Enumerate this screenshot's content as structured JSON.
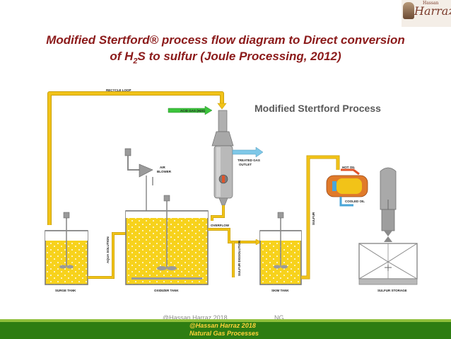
{
  "title": {
    "line1": "Modified Stertford® process flow diagram to Direct conversion",
    "line2_prefix": "of H",
    "line2_sub": "2",
    "line2_suffix": "S to sulfur (Joule Processing, 2012)"
  },
  "logo": {
    "script": "Harraz",
    "small": "Hassan"
  },
  "diagram": {
    "heading": "Modified Stertford Process",
    "labels": {
      "recycle_loop": "RECYCLE LOOP",
      "acid_gas": "ACID GAS (H2S)",
      "treated_gas": "TREATED GAS",
      "outlet": "OUTLET",
      "air": "AIR",
      "blower": "BLOWER",
      "overflow": "OVERFLOW",
      "hot_oil": "HOT OIL",
      "cooled_oil": "COOLED OIL",
      "sulfur": "SULFUR",
      "aqua_solution": "AQUA SOLUTION",
      "sulfur_dissolution": "SULFUR DISSOLUTION",
      "surge_tank": "SURGE TANK",
      "oxidizer_tank": "OXIDIZER TANK",
      "skim_tank": "SKIM TANK",
      "sulfur_storage": "SULFUR STORAGE"
    },
    "colors": {
      "pipe": "#f2c318",
      "liquid": "#f7d21c",
      "acid_gas_arrow": "#3cc43c",
      "treated_gas_arrow": "#7fc8e8",
      "hot_oil": "#e0542a",
      "cooled_oil": "#4aa6d8",
      "equipment": "#9a9a9a"
    }
  },
  "watermark": {
    "left": "@Hassan Harraz 2018",
    "right": "NG"
  },
  "footer": {
    "line1": "@Hassan Harraz 2018",
    "line2": "Natural Gas Processes",
    "bar_color": "#2e7d12",
    "text_color": "#ffd23a"
  }
}
